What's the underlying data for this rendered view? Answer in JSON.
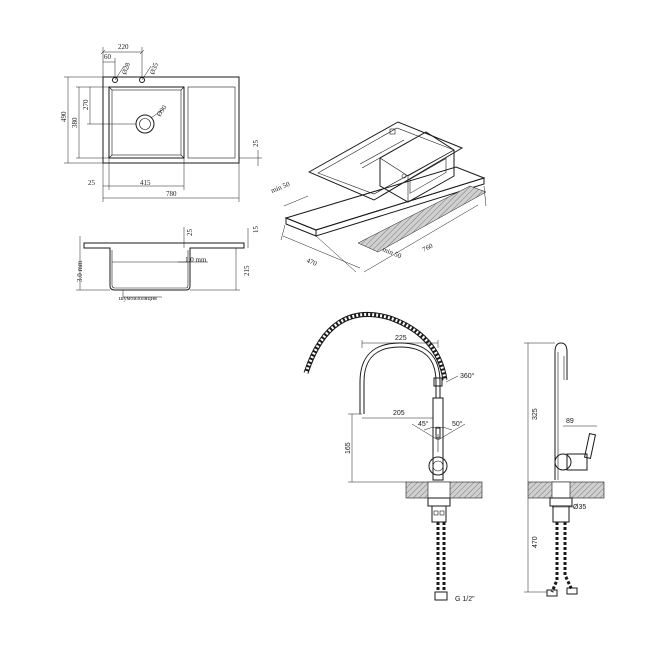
{
  "sink_top_view": {
    "dims": {
      "w220": "220",
      "w60": "60",
      "d28": "Ø28",
      "d35": "Ø35",
      "h490": "490",
      "h380": "380",
      "h270": "270",
      "d90": "Ø90",
      "r25": "25",
      "l25": "25",
      "w415": "415",
      "w780": "780"
    }
  },
  "sink_iso_view": {
    "dims": {
      "min50a": "min 50",
      "min50b": "min 50",
      "w470": "470",
      "w760": "760"
    }
  },
  "sink_section_view": {
    "dims": {
      "t30": "3.0 mm",
      "t10": "1.0 mm",
      "h25": "25",
      "h15": "15",
      "h215": "215"
    },
    "note": "шумоизоляция"
  },
  "faucet_front_view": {
    "dims": {
      "w225": "225",
      "w205": "205",
      "rot360": "360°",
      "a45": "45°",
      "a50": "50°",
      "h165": "165",
      "thread": "G 1/2\""
    }
  },
  "faucet_side_view": {
    "dims": {
      "h325": "325",
      "w89": "89",
      "d35": "Ø35",
      "h470": "470"
    }
  },
  "colors": {
    "line": "#1a1a1a",
    "hatch": "#bdbdbd",
    "background": "#ffffff"
  }
}
